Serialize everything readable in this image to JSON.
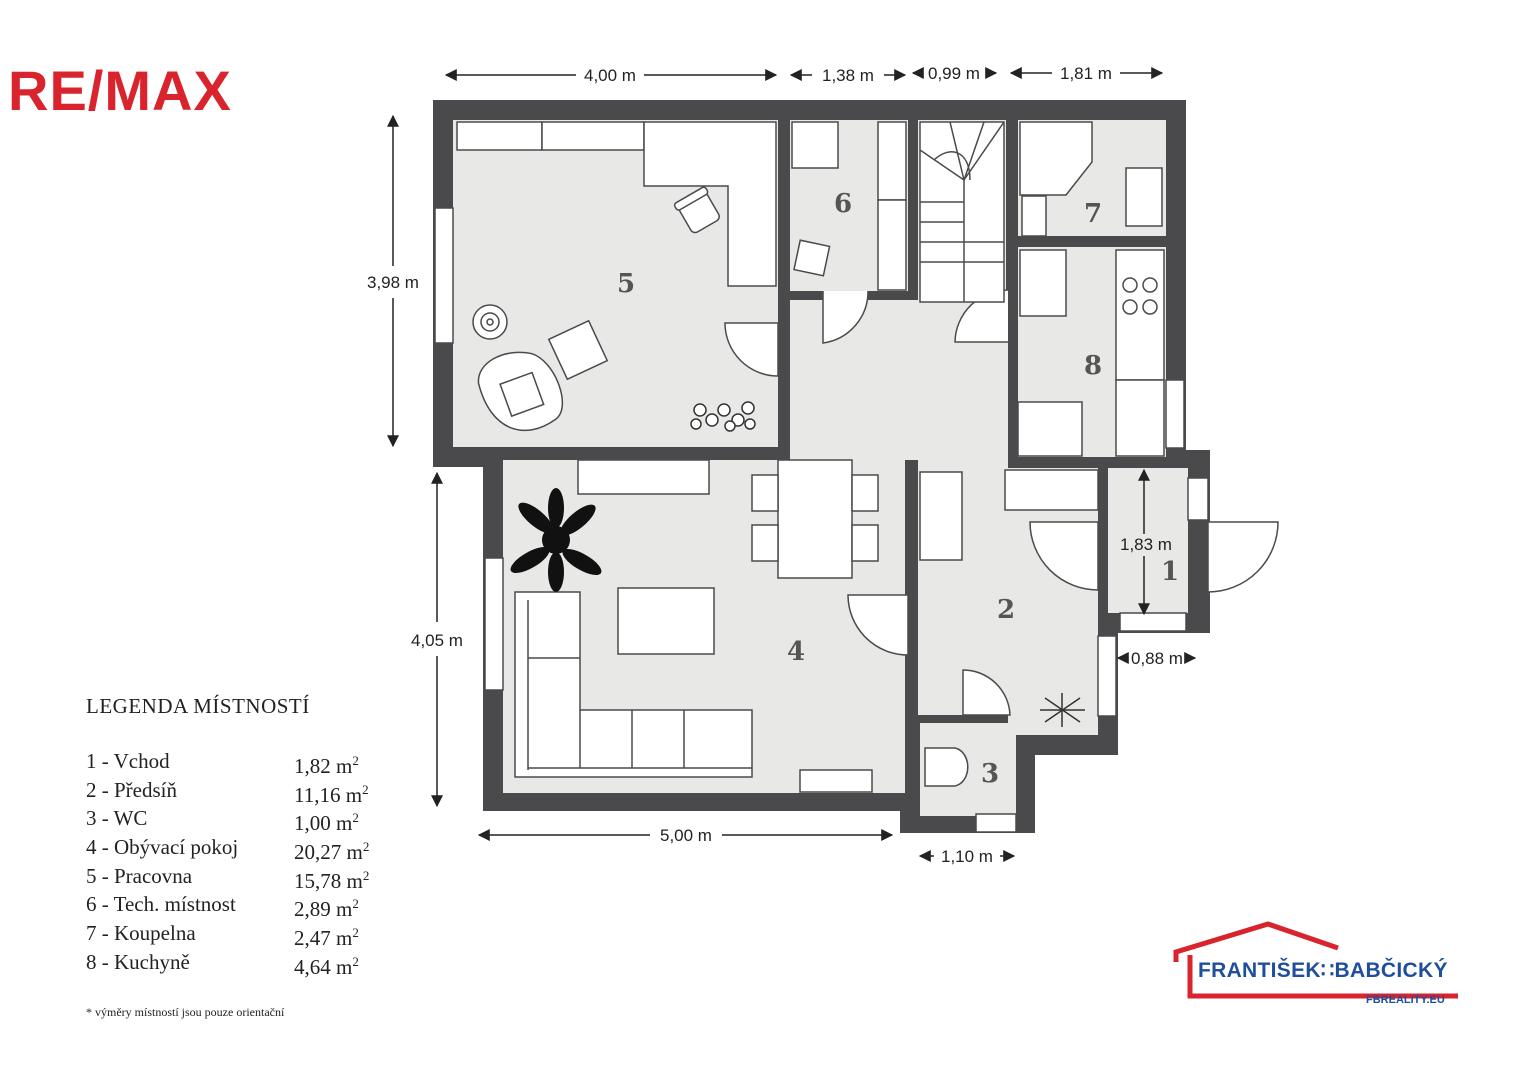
{
  "logo": {
    "text": "RE/MAX",
    "color": "#d9232d"
  },
  "dimensions": {
    "top_1": "4,00 m",
    "top_2": "1,38 m",
    "top_3": "0,99 m",
    "top_4": "1,81 m",
    "left_upper": "3,98 m",
    "left_lower": "4,05 m",
    "bottom_1": "5,00 m",
    "bottom_2": "1,10 m",
    "entrance_h": "1,83 m",
    "entrance_w": "0,88 m"
  },
  "rooms": [
    {
      "num": "1"
    },
    {
      "num": "2"
    },
    {
      "num": "3"
    },
    {
      "num": "4"
    },
    {
      "num": "5"
    },
    {
      "num": "6"
    },
    {
      "num": "7"
    },
    {
      "num": "8"
    }
  ],
  "legend": {
    "title": "LEGENDA MÍSTNOSTÍ",
    "items": [
      {
        "name": "1 - Vchod",
        "area": "1,82 m",
        "unit_sup": "2"
      },
      {
        "name": "2 - Předsíň",
        "area": "11,16 m",
        "unit_sup": "2"
      },
      {
        "name": "3 - WC",
        "area": "1,00 m",
        "unit_sup": "2"
      },
      {
        "name": "4 - Obývací pokoj",
        "area": "20,27 m",
        "unit_sup": "2"
      },
      {
        "name": "5 - Pracovna",
        "area": "15,78 m",
        "unit_sup": "2"
      },
      {
        "name": "6 - Tech. místnost",
        "area": "2,89 m",
        "unit_sup": "2"
      },
      {
        "name": "7 - Koupelna",
        "area": "2,47 m",
        "unit_sup": "2"
      },
      {
        "name": "8 - Kuchyně",
        "area": "4,64 m",
        "unit_sup": "2"
      }
    ],
    "footnote": "* výměry místností jsou pouze orientační"
  },
  "agency": {
    "name": "FRANTIŠEK∷BABČICKÝ",
    "url": "FBREALITY.EU",
    "colors": {
      "roof": "#d9232d",
      "text": "#1f4f9c"
    }
  },
  "colors": {
    "wall": "#4a4a4c",
    "floor": "#e8e9e6"
  }
}
